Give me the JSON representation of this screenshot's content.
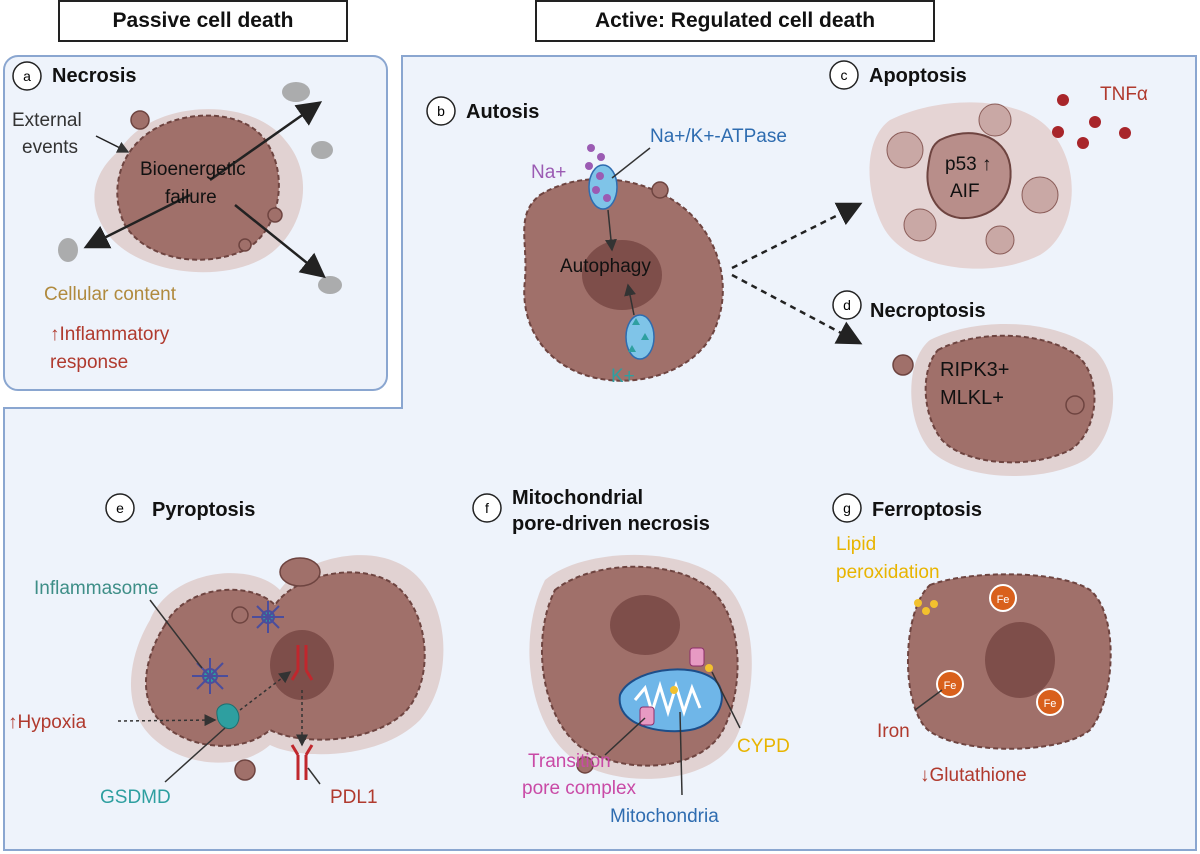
{
  "headers": {
    "passive": "Passive cell death",
    "active": "Active: Regulated cell death"
  },
  "panels": {
    "a": {
      "letter": "a",
      "title": "Necrosis",
      "external_1": "External",
      "external_2": "events",
      "center_1": "Bioenergetic",
      "center_2": "failure",
      "content": "Cellular content",
      "inflam_1": "↑Inflammatory",
      "inflam_2": "response"
    },
    "b": {
      "letter": "b",
      "title": "Autosis",
      "pump": "Na+/K+-ATPase",
      "na": "Na+",
      "k": "K+",
      "center": "Autophagy"
    },
    "c": {
      "letter": "c",
      "title": "Apoptosis",
      "tnf": "TNFα",
      "p53": "p53 ↑",
      "aif": "AIF"
    },
    "d": {
      "letter": "d",
      "title": "Necroptosis",
      "ripk3": "RIPK3+",
      "mlkl": "MLKL+"
    },
    "e": {
      "letter": "e",
      "title": "Pyroptosis",
      "inflammasome": "Inflammasome",
      "hypoxia": "↑Hypoxia",
      "gsdmd": "GSDMD",
      "pdl1": "PDL1"
    },
    "f": {
      "letter": "f",
      "title_1": "Mitochondrial",
      "title_2": "pore-driven necrosis",
      "tpc_1": "Transition",
      "tpc_2": "pore complex",
      "mito": "Mitochondria",
      "cypd": "CYPD"
    },
    "g": {
      "letter": "g",
      "title": "Ferroptosis",
      "lipid_1": "Lipid",
      "lipid_2": "peroxidation",
      "fe": "Fe",
      "iron": "Iron",
      "glut": "↓Glutathione"
    }
  },
  "colors": {
    "panel_fill": "#eef3fb",
    "panel_border": "#8aa6d0",
    "cell": "#a0706a",
    "cell_dark": "#6e4440",
    "halo": "#dcc3c1",
    "orange_text": "#b08a3e",
    "red_text": "#b03a2e",
    "blue_text": "#2e6cb0",
    "purple_text": "#9b5bb3",
    "teal_text": "#2e9fa0",
    "yellow_text": "#e8b400",
    "magenta_text": "#c94aa6",
    "green_text": "#3e8e87"
  }
}
